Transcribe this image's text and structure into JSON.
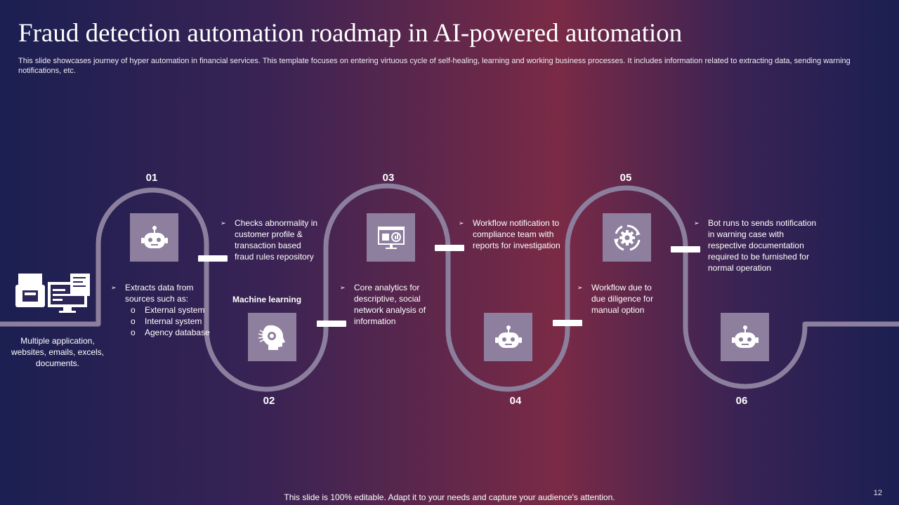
{
  "slide": {
    "title": "Fraud detection automation roadmap in AI-powered automation",
    "subtitle": "This slide showcases journey of hyper automation in financial services. This template focuses on entering virtuous cycle of self-healing, learning and working business processes. It includes information related to extracting data, sending warning notifications, etc.",
    "footer": "This slide is 100% editable. Adapt it to your needs and capture your audience's attention.",
    "page_number": "12"
  },
  "sources": {
    "icon": "documents-computer-icon",
    "label": "Multiple application, websites, emails, excels, documents."
  },
  "bullet_marker": "➢",
  "sub_marker": "o",
  "steps": [
    {
      "number": "01",
      "icon": "robot-icon",
      "text": "Extracts data from sources such as:",
      "sub_items": [
        "External system",
        "Internal system",
        "Agency database"
      ]
    },
    {
      "number": "02",
      "icon": "head-gears-icon",
      "label": "Machine learning",
      "text": "Checks abnormality in customer profile & transaction based fraud rules repository"
    },
    {
      "number": "03",
      "icon": "analytics-dashboard-icon",
      "text": "Core analytics for descriptive, social network analysis of information"
    },
    {
      "number": "04",
      "icon": "robot-icon",
      "text": "Workflow notification to compliance team with reports for investigation"
    },
    {
      "number": "05",
      "icon": "gear-cycle-icon",
      "text": "Workflow due to due diligence for manual option"
    },
    {
      "number": "06",
      "icon": "robot-icon",
      "text": "Bot runs to sends notification in warning case with respective documentation required to be furnished for normal operation"
    }
  ],
  "colors": {
    "track": "#8c7f9e",
    "icon_box": "#8e7f9e",
    "background_left": "#1b1f52",
    "background_center": "#7a2a45"
  }
}
